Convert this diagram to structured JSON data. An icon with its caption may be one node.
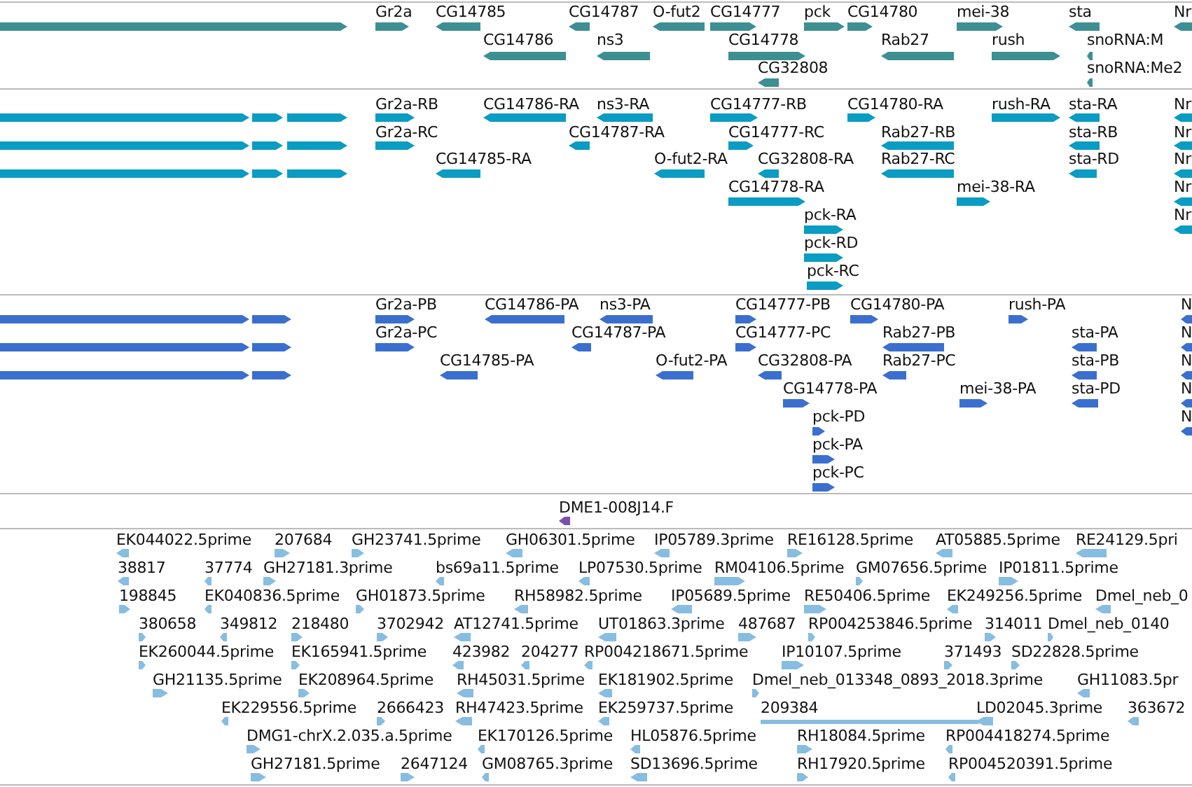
{
  "diagram": {
    "labels": [
      "Gr2a",
      "CG14785",
      "CG14787",
      "O-fut2",
      "CG14777",
      "pck",
      "CG14780",
      "mei-38",
      "sta",
      "Nr",
      "CG14786",
      "ns3",
      "CG14778",
      "Rab27",
      "rush",
      "snoRNA:M",
      "CG32808",
      "snoRNA:Me2",
      "Gr2a-RB",
      "CG14786-RA",
      "ns3-RA",
      "CG14777-RB",
      "CG14780-RA",
      "rush-RA",
      "sta-RA",
      "Nr",
      "Gr2a-RC",
      "CG14787-RA",
      "CG14777-RC",
      "Rab27-RB",
      "sta-RB",
      "Nr",
      "CG14785-RA",
      "O-fut2-RA",
      "CG32808-RA",
      "Rab27-RC",
      "sta-RD",
      "Nr",
      "CG14778-RA",
      "mei-38-RA",
      "Nr",
      "pck-RA",
      "Nr",
      "pck-RD",
      "pck-RC",
      "Gr2a-PB",
      "CG14786-PA",
      "ns3-PA",
      "CG14777-PB",
      "CG14780-PA",
      "rush-PA",
      "N",
      "Gr2a-PC",
      "CG14787-PA",
      "CG14777-PC",
      "Rab27-PB",
      "sta-PA",
      "N",
      "CG14785-PA",
      "O-fut2-PA",
      "CG32808-PA",
      "Rab27-PC",
      "sta-PB",
      "N",
      "CG14778-PA",
      "mei-38-PA",
      "sta-PD",
      "N",
      "pck-PD",
      "N",
      "pck-PA",
      "pck-PC",
      "DME1-008J14.F",
      "EK044022.5prime",
      "207684",
      "GH23741.5prime",
      "GH06301.5prime",
      "IP05789.3prime",
      "RE16128.5prime",
      "AT05885.5prime",
      "RE24129.5pri",
      "38817",
      "37774",
      "GH27181.3prime",
      "bs69a11.5prime",
      "LP07530.5prime",
      "RM04106.5prime",
      "GM07656.5prime",
      "IP01811.5prime",
      "198845",
      "EK040836.5prime",
      "GH01873.5prime",
      "RH58982.5prime",
      "IP05689.5prime",
      "RE50406.5prime",
      "EK249256.5prime",
      "Dmel_neb_0",
      "380658",
      "349812",
      "218480",
      "3702942",
      "AT12741.5prime",
      "UT01863.3prime",
      "487687",
      "RP004253846.5prime",
      "314011",
      "Dmel_neb_0140",
      "EK260044.5prime",
      "EK165941.5prime",
      "423982",
      "204277",
      "RP004218671.5prime",
      "IP10107.5prime",
      "371493",
      "SD22828.5prime",
      "GH21135.5prime",
      "EK208964.5prime",
      "RH45031.5prime",
      "EK181902.5prime",
      "Dmel_neb_013348_0893_2018.3prime",
      "GH11083.5pr",
      "EK229556.5prime",
      "2666423",
      "RH47423.5prime",
      "EK259737.5prime",
      "209384",
      "LD02045.3prime",
      "363672",
      "DMG1-chrX.2.035.a.5prime",
      "EK170126.5prime",
      "HL05876.5prime",
      "RH18084.5prime",
      "RP004418274.5prime",
      "GH27181.5prime",
      "2647124",
      "GM08765.3prime",
      "SD13696.5prime",
      "RH17920.5prime",
      "RP004520391.5prime"
    ]
  }
}
